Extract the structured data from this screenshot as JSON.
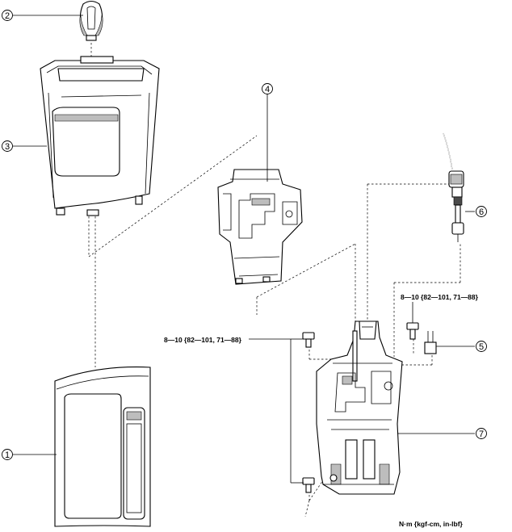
{
  "callouts": [
    {
      "id": "1",
      "label": "1"
    },
    {
      "id": "2",
      "label": "2"
    },
    {
      "id": "3",
      "label": "3"
    },
    {
      "id": "4",
      "label": "4"
    },
    {
      "id": "5",
      "label": "5"
    },
    {
      "id": "6",
      "label": "6"
    },
    {
      "id": "7",
      "label": "7"
    }
  ],
  "torque_specs": {
    "upper_right": "8—10 {82—101, 71—88}",
    "left_bolts": "8—10 {82—101, 71—88}"
  },
  "units_note": "N·m {kgf-cm, in-lbf}"
}
